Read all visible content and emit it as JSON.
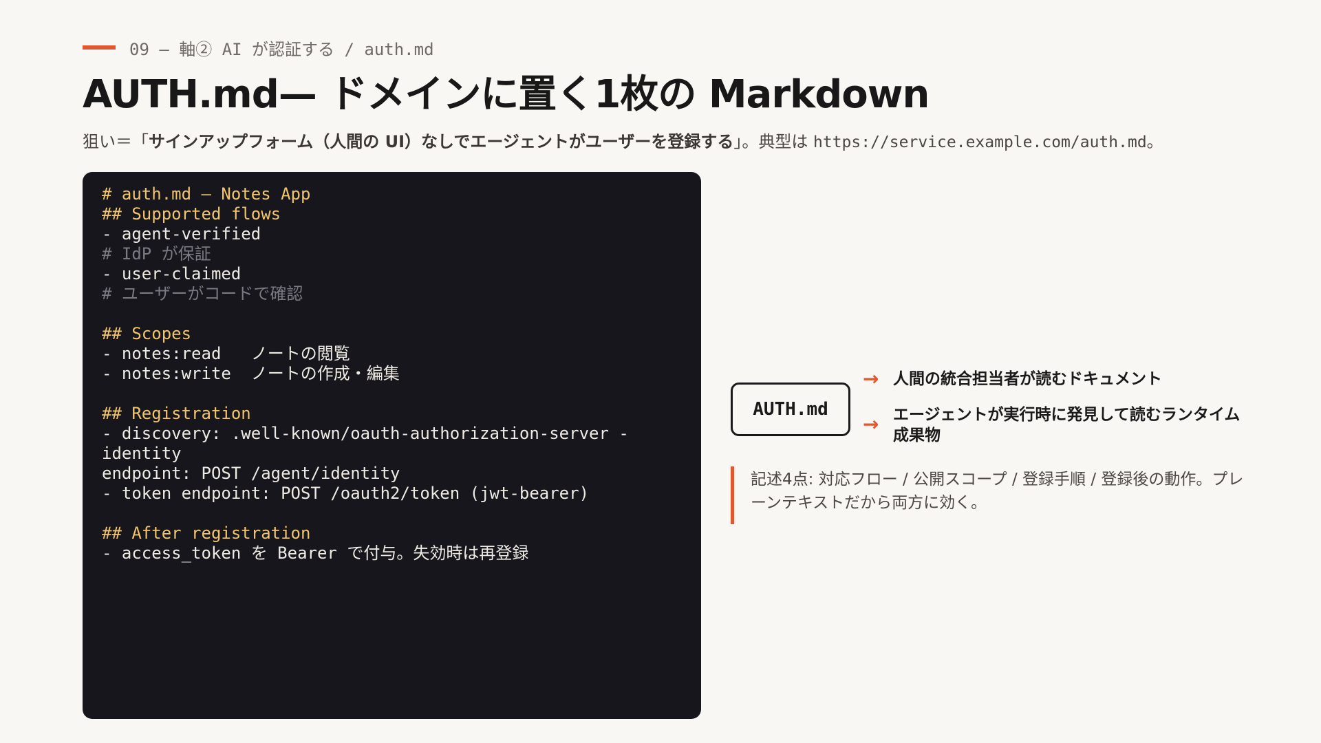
{
  "header": {
    "eyebrow": "09 — 軸② AI が認証する / auth.md",
    "title": "AUTH.md— ドメインに置く1枚の Markdown",
    "subtitle_prefix": "狙い＝「",
    "subtitle_strong": "サインアップフォーム（人間の UI）なしでエージェントがユーザーを登録する",
    "subtitle_mid": "」。典型は ",
    "subtitle_url": "https://service.example.com/auth.md",
    "subtitle_suffix": "。"
  },
  "code": {
    "lines": [
      {
        "kind": "head",
        "text": "# auth.md — Notes App"
      },
      {
        "kind": "head",
        "text": "## Supported flows"
      },
      {
        "kind": "plain",
        "text": "- agent-verified"
      },
      {
        "kind": "comment",
        "text": "# IdP が保証"
      },
      {
        "kind": "plain",
        "text": "- user-claimed"
      },
      {
        "kind": "comment",
        "text": "# ユーザーがコードで確認"
      },
      {
        "kind": "blank",
        "text": ""
      },
      {
        "kind": "head",
        "text": "## Scopes"
      },
      {
        "kind": "plain",
        "text": "- notes:read   ノートの閲覧"
      },
      {
        "kind": "plain",
        "text": "- notes:write  ノートの作成・編集"
      },
      {
        "kind": "blank",
        "text": ""
      },
      {
        "kind": "head",
        "text": "## Registration"
      },
      {
        "kind": "plain",
        "text": "- discovery: .well-known/oauth-authorization-server -"
      },
      {
        "kind": "plain",
        "text": "identity"
      },
      {
        "kind": "plain",
        "text": "endpoint: POST /agent/identity"
      },
      {
        "kind": "plain",
        "text": "- token endpoint: POST /oauth2/token (jwt-bearer)"
      },
      {
        "kind": "blank",
        "text": ""
      },
      {
        "kind": "head",
        "text": "## After registration"
      },
      {
        "kind": "plain",
        "text": "- access_token を Bearer で付与。失効時は再登録"
      }
    ]
  },
  "diagram": {
    "box_label": "AUTH.md",
    "arrow_glyph": "→",
    "targets": [
      "人間の統合担当者が読むドキュメント",
      "エージェントが実行時に発見して読むランタイム成果物"
    ]
  },
  "note": {
    "text": "記述4点: 対応フロー / 公開スコープ / 登録手順 / 登録後の動作。プレーンテキストだから両方に効く。"
  },
  "colors": {
    "accent": "#e0582f",
    "code_bg": "#16161c",
    "code_heading": "#f2c56b",
    "code_comment": "#7b7a84",
    "background": "#f9f7f3"
  }
}
